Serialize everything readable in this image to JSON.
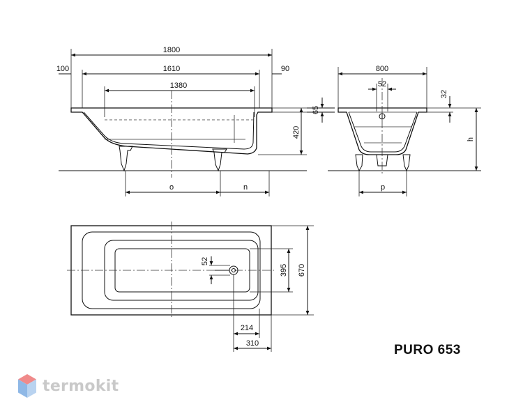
{
  "dimensions": {
    "overall_length": "1800",
    "left_rim": "100",
    "inner_length": "1610",
    "right_rim": "90",
    "bottom_length": "1380",
    "rim_height": "65",
    "tub_height": "420",
    "leg_spacing": "o",
    "leg_end": "n",
    "overall_width": "800",
    "drain_offset_section": "52",
    "rim_depth": "32",
    "total_height": "h",
    "leg_width": "p",
    "drain_offset_plan": "52",
    "inner_width": "395",
    "plan_width": "670",
    "drain_from_end": "214",
    "drain_axis_from_end": "310"
  },
  "model_label": "PURO 653",
  "brand": {
    "name": "termokit",
    "colors": {
      "logo_top": "#f08a8a",
      "logo_side": "#8fb8e6",
      "text": "#c9c9c9"
    }
  }
}
